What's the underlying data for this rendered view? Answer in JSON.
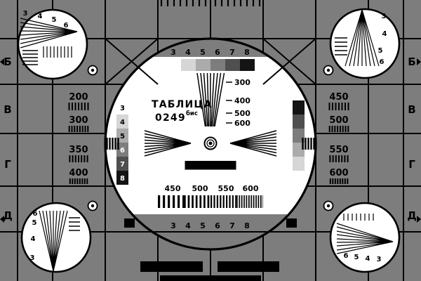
{
  "colors": {
    "background": "#7d7d7d",
    "ink": "#000000",
    "paper": "#ffffff"
  },
  "title": {
    "word": "ТАБЛИЦА",
    "number": "0249",
    "suffix": "бис"
  },
  "row_markers": {
    "left": [
      "Б",
      "В",
      "Г",
      "Д"
    ],
    "right": [
      "Б",
      "В",
      "Г",
      "Д"
    ]
  },
  "resolution_blocks": {
    "left": [
      "200",
      "300",
      "350",
      "400"
    ],
    "right": [
      "450",
      "500",
      "550",
      "600"
    ]
  },
  "center_circle": {
    "top_grayscale_labels": [
      "3",
      "4",
      "5",
      "6",
      "7",
      "8"
    ],
    "bottom_grayscale_labels": [
      "3",
      "4",
      "5",
      "6",
      "7",
      "8"
    ],
    "vertical_wedge_labels": [
      "300",
      "400",
      "500",
      "600"
    ],
    "frequency_scale_labels": [
      "450",
      "500",
      "550",
      "600"
    ],
    "step_wedge_labels": [
      "3",
      "4",
      "5",
      "6",
      "7",
      "8"
    ]
  },
  "corner_wedges": {
    "top_left": [
      "3",
      "4",
      "5",
      "6"
    ],
    "top_right": [
      "3",
      "4",
      "5",
      "6"
    ],
    "bottom_left": [
      "6",
      "5",
      "4",
      "3"
    ],
    "bottom_right": [
      "6",
      "5",
      "4",
      "3"
    ]
  },
  "grayscale_steps": [
    "#ffffff",
    "#d6d6d6",
    "#ababab",
    "#7d7d7d",
    "#4f4f4f",
    "#141414"
  ]
}
